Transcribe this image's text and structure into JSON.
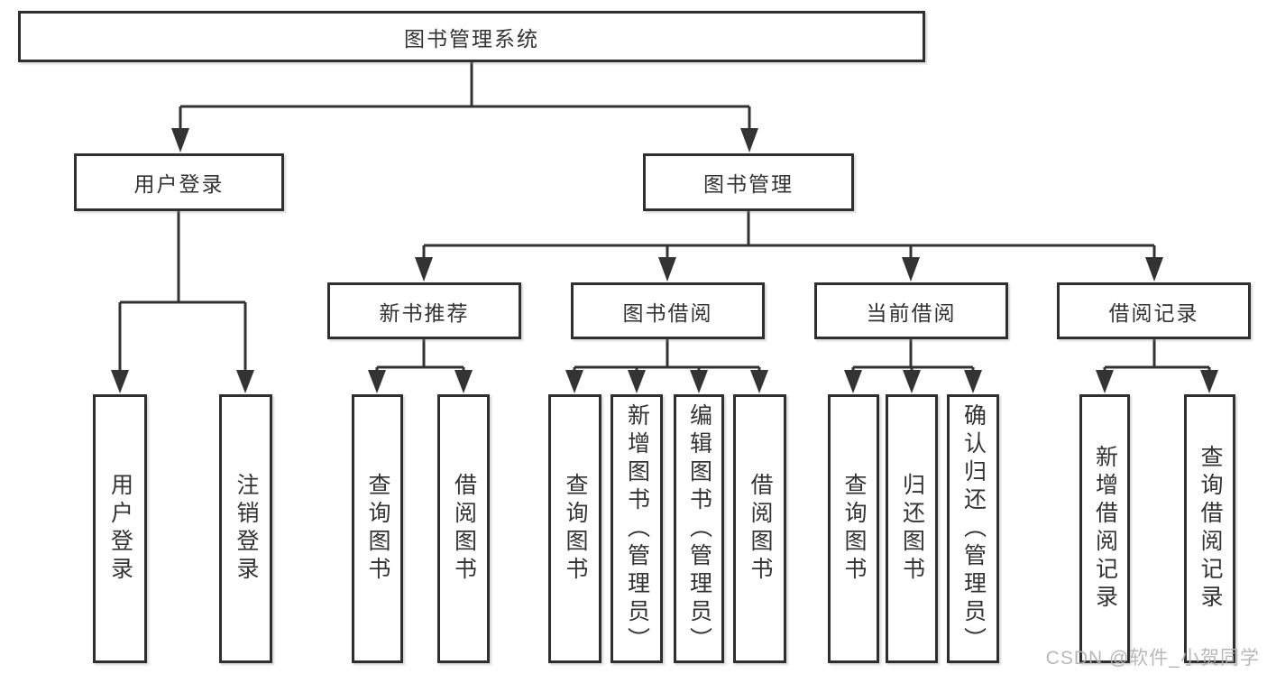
{
  "diagram": {
    "root": {
      "label": "图书管理系统"
    },
    "level2": {
      "user_login": {
        "label": "用户登录"
      },
      "book_management": {
        "label": "图书管理"
      }
    },
    "level3": {
      "new_book_recommend": {
        "label": "新书推荐"
      },
      "book_borrowing": {
        "label": "图书借阅"
      },
      "current_borrowing": {
        "label": "当前借阅"
      },
      "borrowing_records": {
        "label": "借阅记录"
      }
    },
    "leaves": {
      "user_login": {
        "label": "用户登录"
      },
      "logout": {
        "label": "注销登录"
      },
      "nb_query_books": {
        "label": "查询图书"
      },
      "nb_borrow_books": {
        "label": "借阅图书"
      },
      "bb_query_books": {
        "label": "查询图书"
      },
      "bb_add_books": {
        "label": "新增图书（管理员）"
      },
      "bb_edit_books": {
        "label": "编辑图书（管理员）"
      },
      "bb_borrow_books": {
        "label": "借阅图书"
      },
      "cb_query_books": {
        "label": "查询图书"
      },
      "cb_return_books": {
        "label": "归还图书"
      },
      "cb_confirm_return": {
        "label": "确认归还（管理员）"
      },
      "br_add_record": {
        "label": "新增借阅记录"
      },
      "br_query_record": {
        "label": "查询借阅记录"
      }
    },
    "watermark": "CSDN @软件_小贺同学",
    "colors": {
      "line": "#333333",
      "text": "#333333",
      "background": "#ffffff",
      "watermark": "#b2b2b2"
    }
  }
}
